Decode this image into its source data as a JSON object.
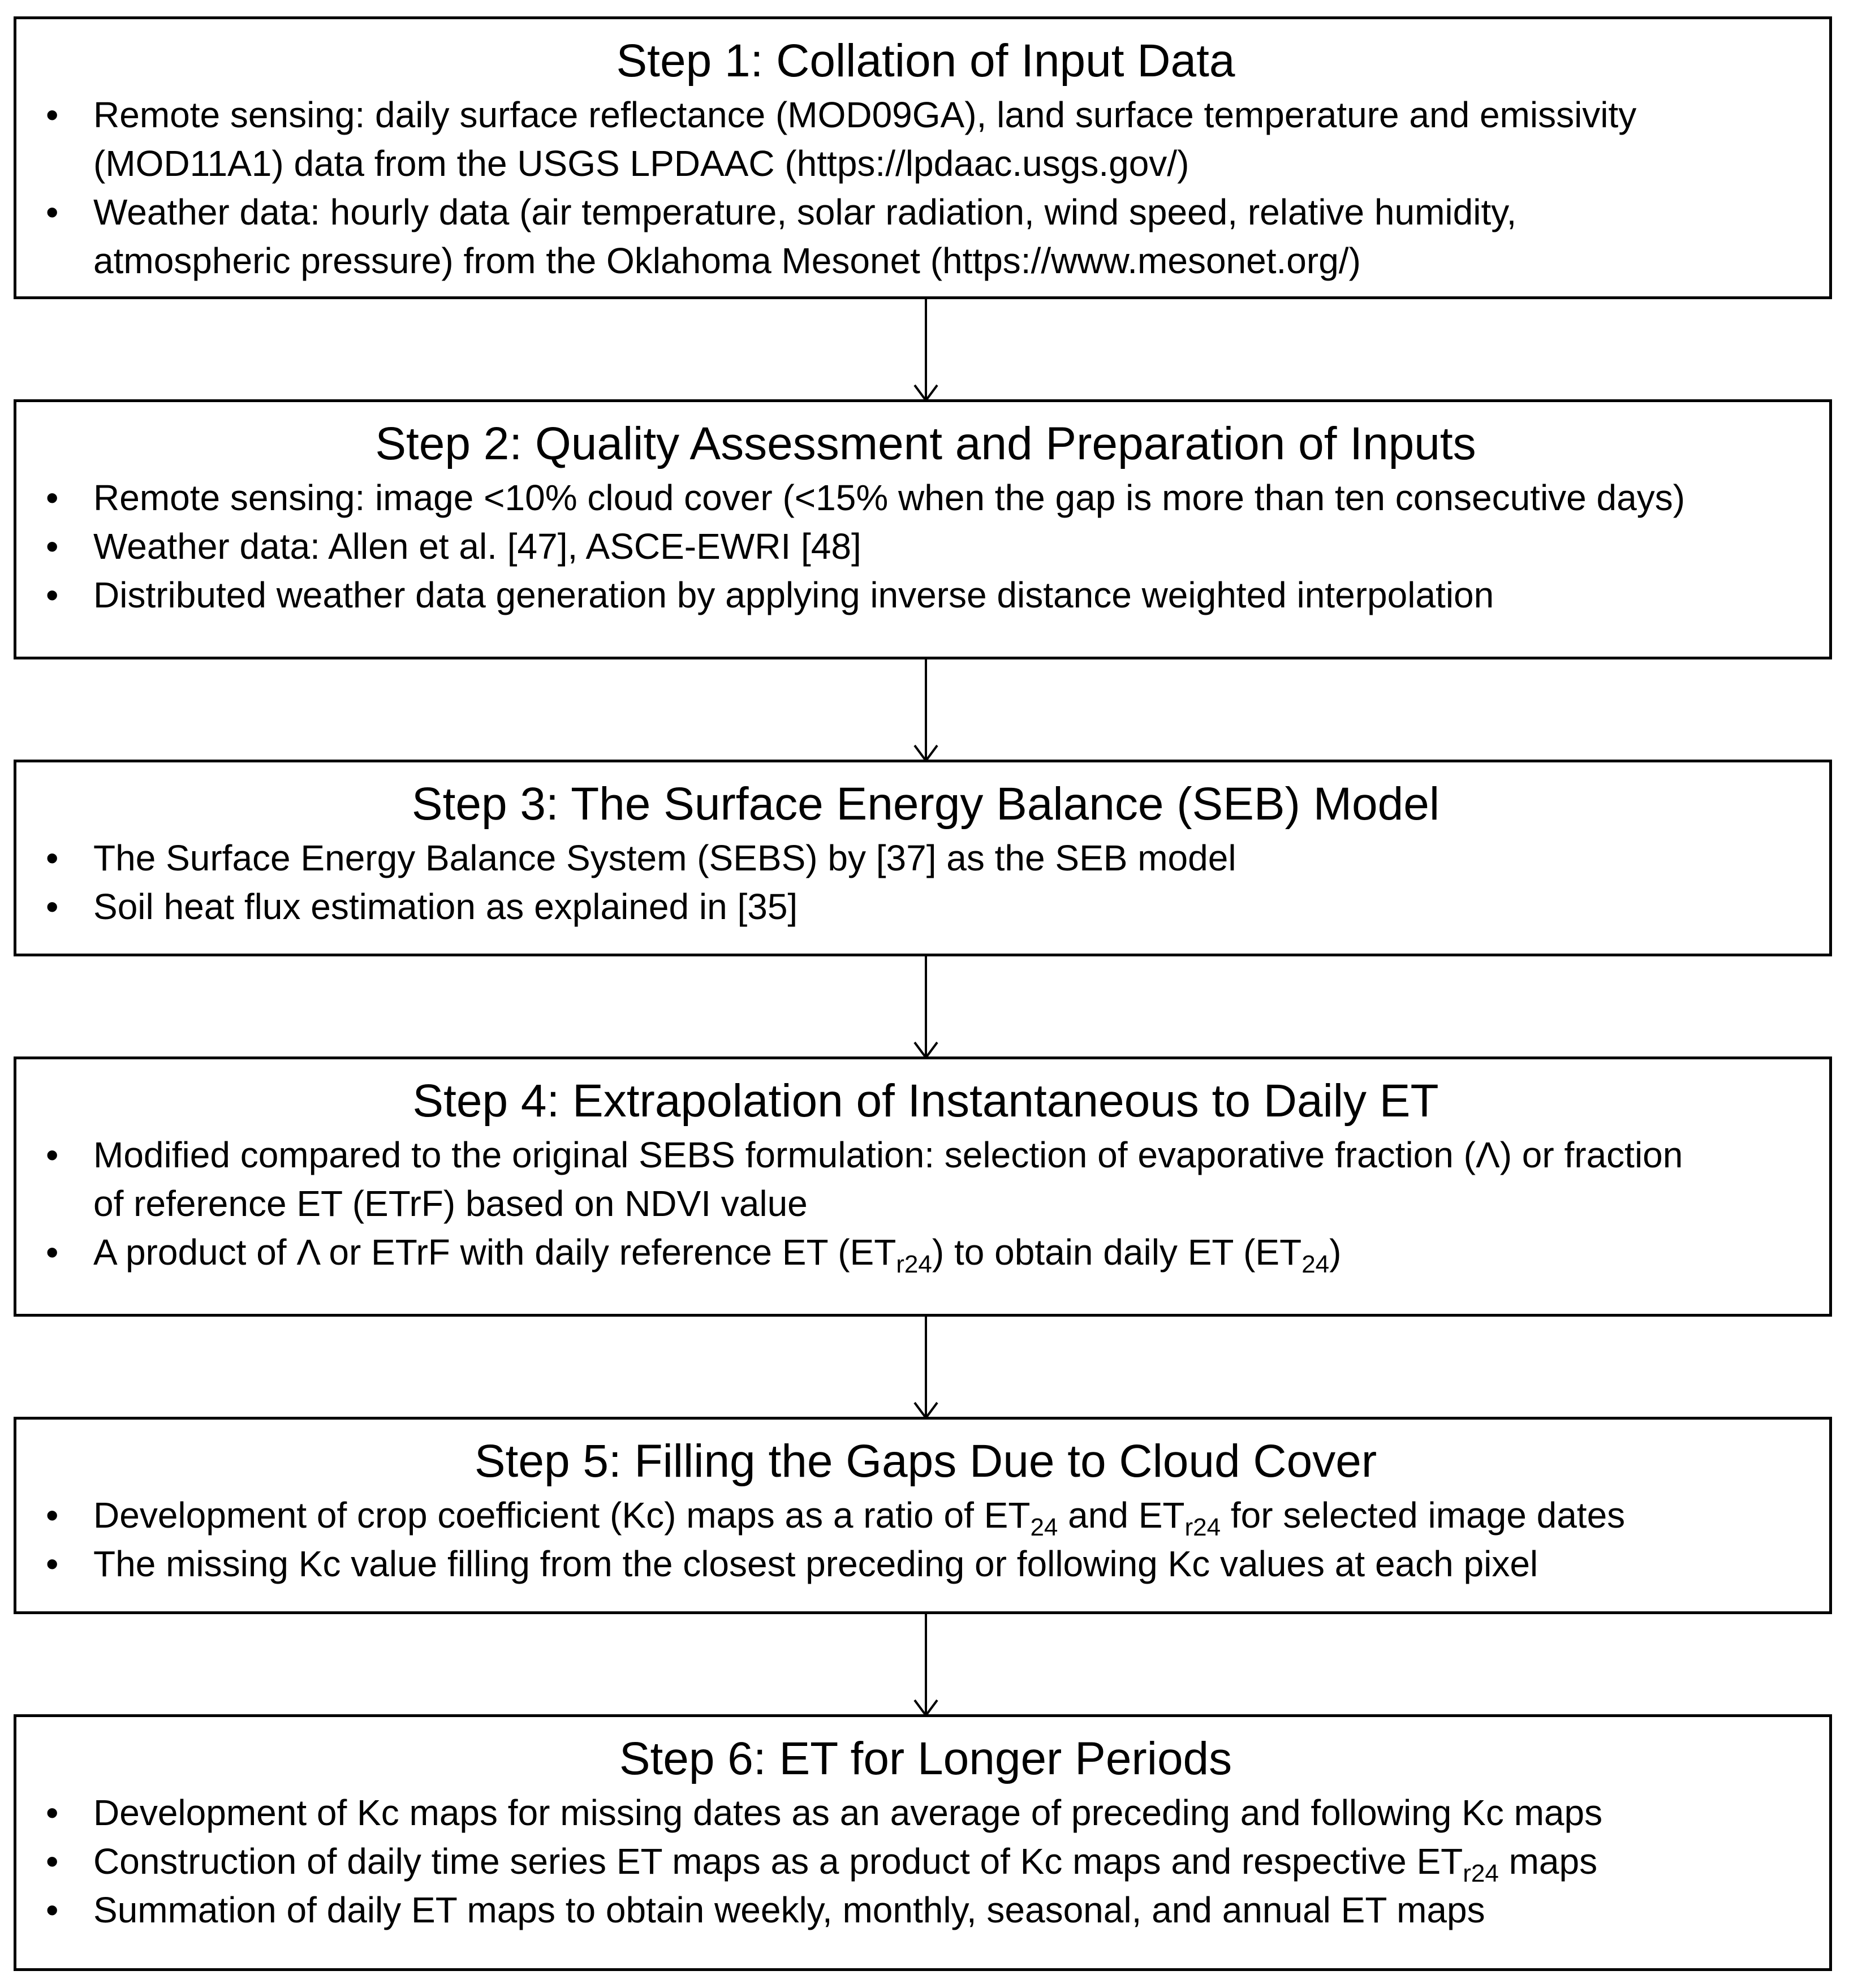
{
  "steps": [
    {
      "title": "Step 1: Collation of Input Data",
      "bullets": [
        [
          "Remote sensing: daily surface reflectance (MOD09GA), land surface temperature and emissivity"
        ],
        [
          "(MOD11A1) data from the USGS LPDAAC (https://lpdaac.usgs.gov/)"
        ],
        [
          "Weather data: hourly data (air temperature, solar radiation, wind speed, relative humidity,"
        ],
        [
          "atmospheric pressure) from the Oklahoma Mesonet (https://www.mesonet.org/)"
        ]
      ]
    },
    {
      "title": "Step 2: Quality Assessment and Preparation of Inputs",
      "bullets": [
        "Remote sensing: image <10% cloud cover (<15% when the gap is more than ten consecutive days)",
        "Weather data: Allen et al. [47], ASCE-EWRI [48]",
        "Distributed weather data generation by applying inverse distance weighted interpolation"
      ]
    },
    {
      "title": "Step 3: The Surface Energy Balance (SEB) Model",
      "bullets": [
        "The Surface Energy Balance System (SEBS) by [37] as the SEB model",
        "Soil heat flux estimation as explained in [35]"
      ]
    },
    {
      "title": "Step 4: Extrapolation of Instantaneous to Daily ET",
      "bullets": [
        "Modified compared to the original SEBS formulation: selection of evaporative fraction (Λ) or fraction",
        "of reference ET (ETrF) based on NDVI value",
        {
          "text_a": "A product of Λ or ETrF with daily reference ET (ET",
          "sub_a": "r24",
          "text_b": ") to obtain daily ET (ET",
          "sub_b": "24",
          "text_c": ")"
        }
      ]
    },
    {
      "title": "Step 5: Filling the Gaps Due to Cloud Cover",
      "bullets": [
        {
          "text_a": "Development of crop coefficient (Kc) maps as a ratio of ET",
          "sub_a": "24",
          "text_b": " and ET",
          "sub_b": "r24",
          "text_c": " for selected image dates"
        },
        "The missing Kc value filling from the closest preceding or following Kc values at each pixel"
      ]
    },
    {
      "title": "Step 6: ET for Longer Periods",
      "bullets": [
        "Development of Kc maps for missing dates as an average of preceding and following Kc maps",
        {
          "text_a": "Construction of daily time series ET maps as a product of Kc maps and respective ET",
          "sub_a": "r24",
          "text_b": " maps"
        },
        "Summation of daily ET maps to obtain weekly, monthly, seasonal, and annual ET maps"
      ]
    }
  ],
  "bullet_glyph": "•",
  "colors": {
    "line": "#000000",
    "background": "#ffffff"
  }
}
